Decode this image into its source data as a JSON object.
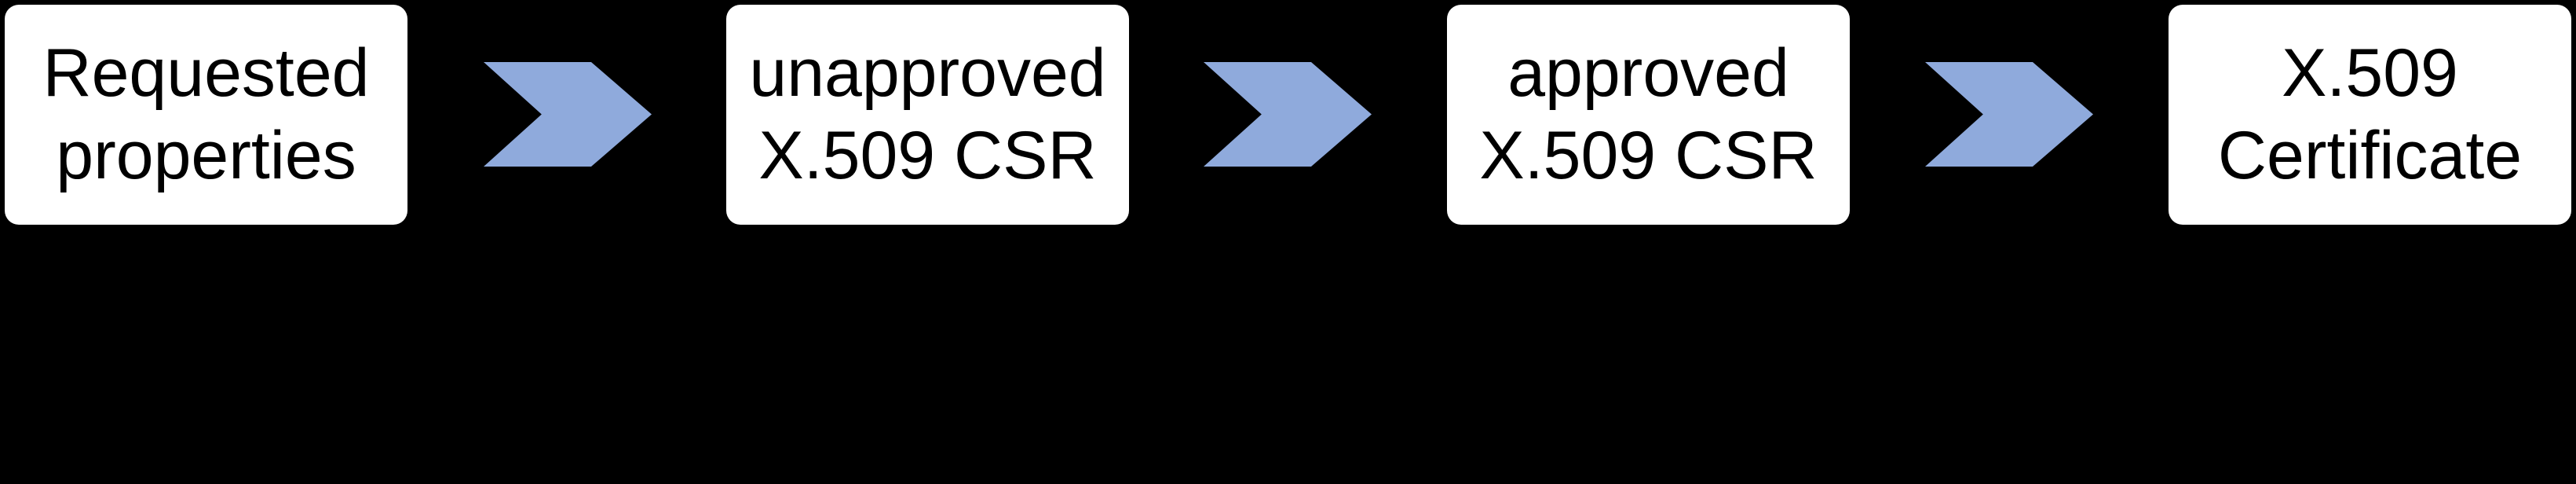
{
  "diagram": {
    "type": "process-flow",
    "direction": "left-to-right",
    "stages": [
      {
        "name": "requested-properties",
        "lines": [
          "Requested",
          "properties"
        ]
      },
      {
        "name": "unapproved-x509-csr",
        "lines": [
          "unapproved",
          "X.509 CSR"
        ]
      },
      {
        "name": "approved-x509-csr",
        "lines": [
          "approved",
          "X.509 CSR"
        ]
      },
      {
        "name": "x509-certificate",
        "lines": [
          "X.509",
          "Certificate"
        ]
      }
    ],
    "connectors": [
      {
        "icon": "chevron-right-icon"
      },
      {
        "icon": "chevron-right-icon"
      },
      {
        "icon": "chevron-right-icon"
      }
    ]
  },
  "colors": {
    "background": "#000000",
    "box-fill": "#ffffff",
    "box-text": "#000000",
    "chevron-fill": "#8faadc"
  }
}
